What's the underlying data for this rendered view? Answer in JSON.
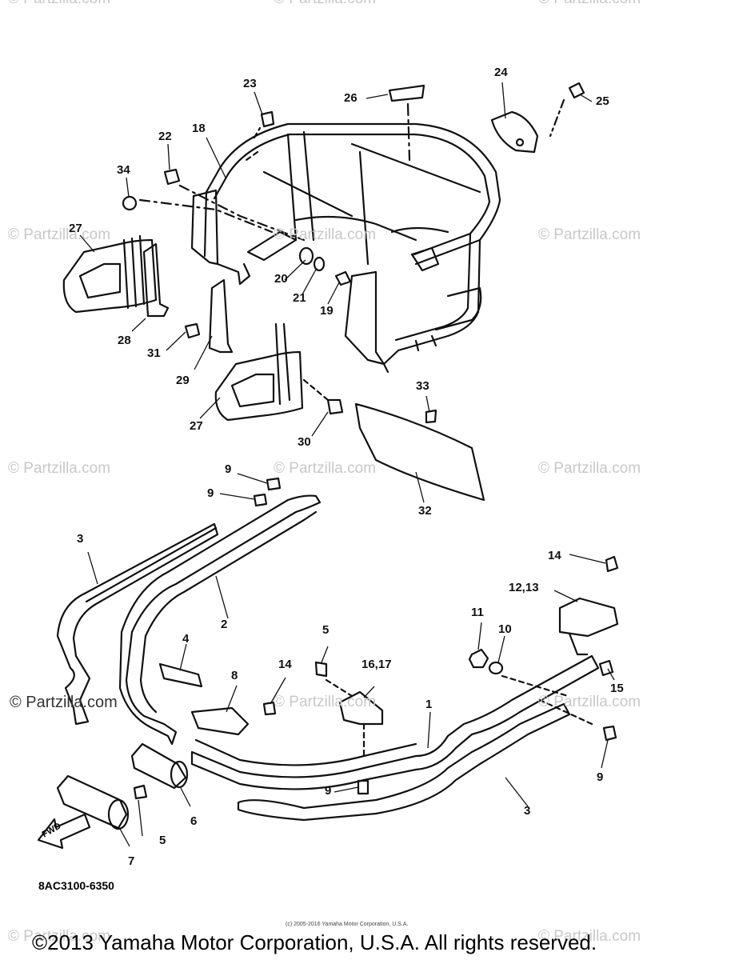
{
  "watermarks": {
    "text": "© Partzilla.com",
    "dark_text": "© Partzilla.com"
  },
  "callouts": {
    "c1": "1",
    "c2": "2",
    "c3a": "3",
    "c3b": "3",
    "c4": "4",
    "c5a": "5",
    "c5b": "5",
    "c6": "6",
    "c7": "7",
    "c8": "8",
    "c9a": "9",
    "c9b": "9",
    "c9c": "9",
    "c9d": "9",
    "c10": "10",
    "c11": "11",
    "c1213": "12,13",
    "c14a": "14",
    "c14b": "14",
    "c15": "15",
    "c1617": "16,17",
    "c18": "18",
    "c19": "19",
    "c20": "20",
    "c21": "21",
    "c22": "22",
    "c23": "23",
    "c24": "24",
    "c25": "25",
    "c26": "26",
    "c27a": "27",
    "c27b": "27",
    "c28": "28",
    "c29": "29",
    "c30": "30",
    "c31": "31",
    "c32": "32",
    "c33": "33",
    "c34": "34"
  },
  "fwd_label": "FWD",
  "diagram_code": "8AC3100-6350",
  "small_copyright": "(c) 2005-2016 Yamaha Motor Corporation, U.S.A.",
  "copyright": "©2013 Yamaha Motor Corporation, U.S.A. All rights reserved."
}
